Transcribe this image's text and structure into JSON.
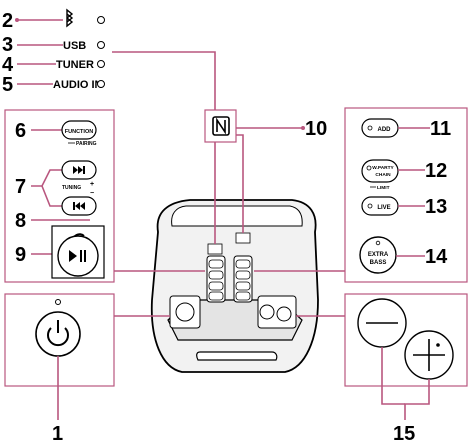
{
  "callouts": {
    "n1": "1",
    "n2": "2",
    "n3": "3",
    "n4": "4",
    "n5": "5",
    "n6": "6",
    "n7": "7",
    "n8": "8",
    "n9": "9",
    "n10": "10",
    "n11": "11",
    "n12": "12",
    "n13": "13",
    "n14": "14",
    "n15": "15"
  },
  "indicators": {
    "usb": "USB",
    "tuner": "TUNER",
    "audio_in": "AUDIO IN"
  },
  "left_panel": {
    "function": "FUNCTION",
    "pairing": "PAIRING",
    "tuning": "TUNING",
    "plus": "+",
    "minus": "−"
  },
  "right_panel": {
    "add": "ADD",
    "party_chain_1": "W.PARTY",
    "party_chain_2": "CHAIN",
    "limit": "LIMIT",
    "live": "LIVE",
    "extra_bass_1": "EXTRA",
    "extra_bass_2": "BASS"
  },
  "colors": {
    "leader": "#b9577f",
    "ink": "#000000",
    "speaker_body": "#f2f2f2"
  }
}
